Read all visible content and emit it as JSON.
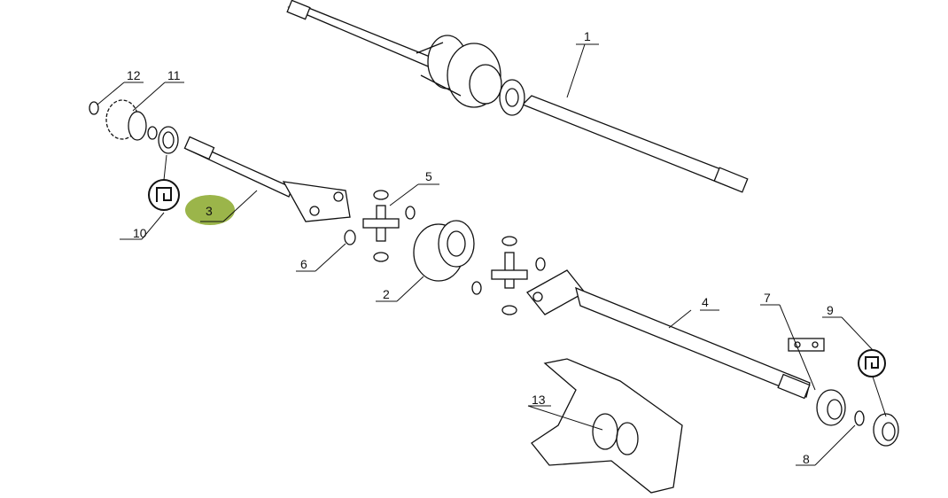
{
  "diagram": {
    "highlight_color": "#9bb54a",
    "callouts": [
      {
        "id": "1",
        "label": "1"
      },
      {
        "id": "2",
        "label": "2"
      },
      {
        "id": "3",
        "label": "3",
        "highlighted": true
      },
      {
        "id": "4",
        "label": "4"
      },
      {
        "id": "5",
        "label": "5"
      },
      {
        "id": "6",
        "label": "6"
      },
      {
        "id": "7",
        "label": "7"
      },
      {
        "id": "8",
        "label": "8"
      },
      {
        "id": "9",
        "label": "9"
      },
      {
        "id": "10",
        "label": "10"
      },
      {
        "id": "11",
        "label": "11"
      },
      {
        "id": "12",
        "label": "12"
      },
      {
        "id": "13",
        "label": "13"
      }
    ]
  }
}
